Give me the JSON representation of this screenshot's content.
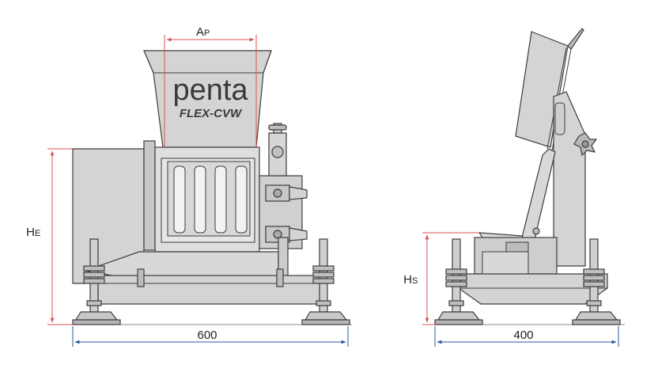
{
  "front_view": {
    "brand": "penta",
    "model": "FLEX-CVW",
    "width_dim": "600",
    "aperture_main": "A",
    "aperture_sub": "P",
    "height_main": "H",
    "height_sub": "E"
  },
  "side_view": {
    "depth_dim": "400",
    "height_main": "H",
    "height_sub": "S"
  },
  "colors": {
    "body": "#d4d4d4",
    "body_light": "#e4e4e4",
    "body_dark": "#b5b5b5",
    "outline": "#3c3c3c",
    "dimension_red": "#d9534f",
    "dimension_blue": "#2c5aa0",
    "ground": "#8a8a8a"
  }
}
